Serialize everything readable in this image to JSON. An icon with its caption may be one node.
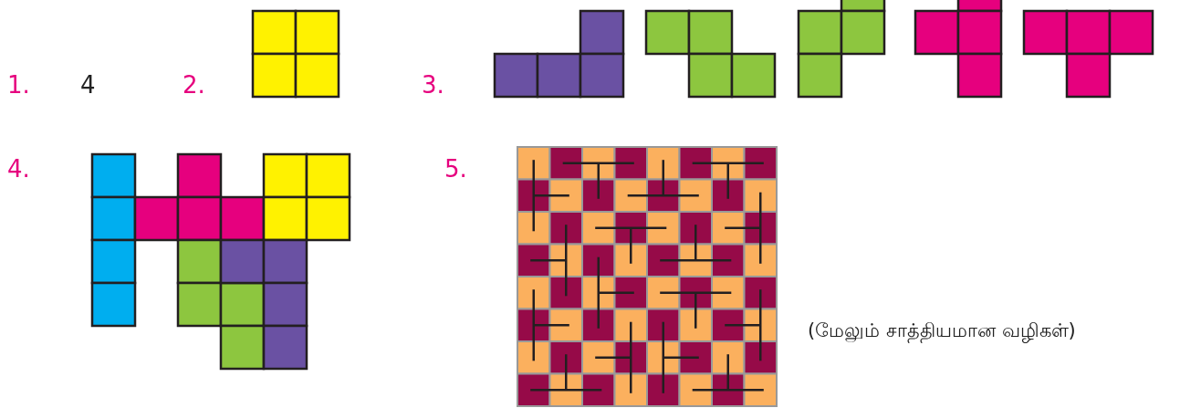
{
  "diagram": {
    "labels": [
      "1.",
      "4",
      "2.",
      "3.",
      "4.",
      "5.",
      "(மேலும் சாத்தியமான வழிகள்)"
    ]
  }
}
